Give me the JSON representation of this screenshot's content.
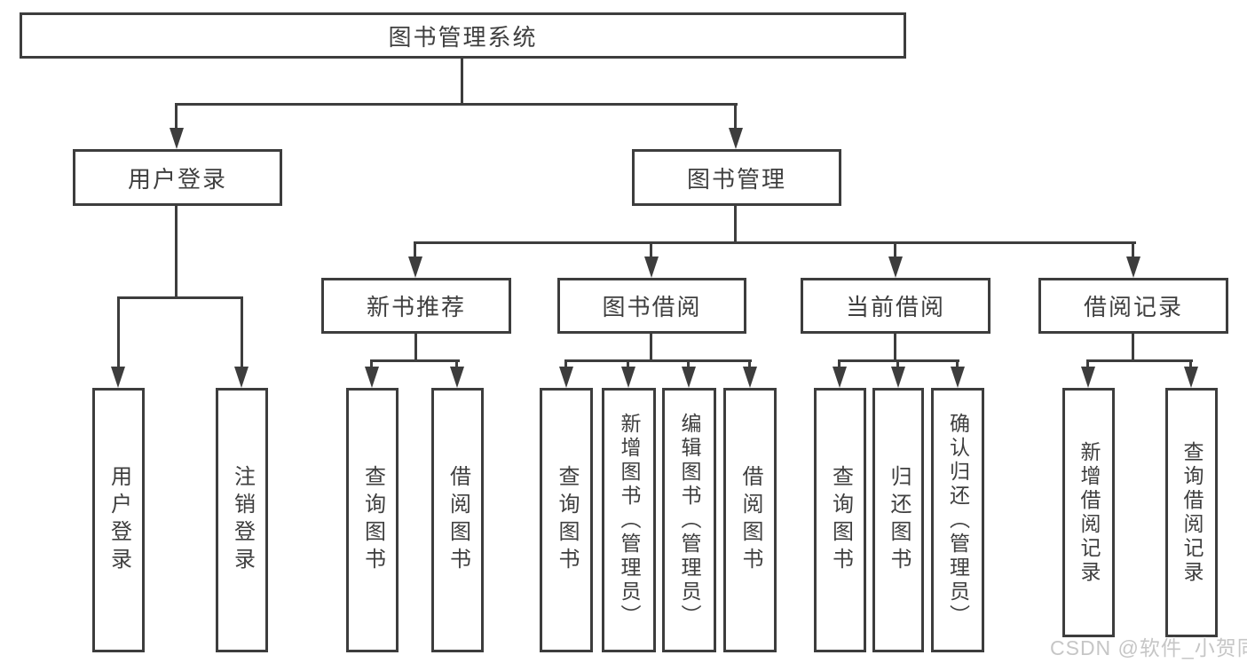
{
  "diagram": {
    "title_node": {
      "label": "图书管理系统"
    },
    "level1": [
      {
        "id": "user-login",
        "label": "用户登录"
      },
      {
        "id": "book-management",
        "label": "图书管理"
      }
    ],
    "level2": [
      {
        "id": "new-book-recommend",
        "label": "新书推荐"
      },
      {
        "id": "book-borrowing",
        "label": "图书借阅"
      },
      {
        "id": "current-borrowing",
        "label": "当前借阅"
      },
      {
        "id": "borrowing-records",
        "label": "借阅记录"
      }
    ],
    "leaves": {
      "user_login": [
        "用户登录",
        "注销登录"
      ],
      "new_book_recommend": [
        "查询图书",
        "借阅图书"
      ],
      "book_borrowing": [
        "查询图书",
        "新增图书（管理员）",
        "编辑图书（管理员）",
        "借阅图书"
      ],
      "current_borrowing": [
        "查询图书",
        "归还图书",
        "确认归还（管理员）"
      ],
      "borrowing_records": [
        "新增借阅记录",
        "查询借阅记录"
      ]
    }
  },
  "watermark": {
    "text": "CSDN @软件_小贺同学",
    "color": "#c6c6c6"
  },
  "colors": {
    "line": "#3d3d3d",
    "text": "#3f3f3f",
    "background": "#ffffff"
  }
}
